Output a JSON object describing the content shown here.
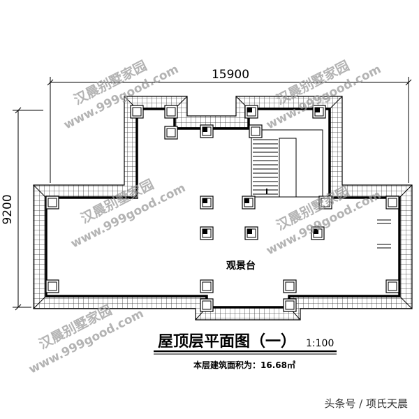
{
  "drawing": {
    "title": "屋顶层平面图（一）",
    "scale": "1:100",
    "area_note": "本层建筑面积为：16.68㎡",
    "room_label": "观景台",
    "dim_width": "15900",
    "dim_height": "9200"
  },
  "watermark": {
    "name": "汉晨别墅家园",
    "url": "www.999good.com"
  },
  "footer": {
    "text": "头条号 / 项氏天晨"
  }
}
